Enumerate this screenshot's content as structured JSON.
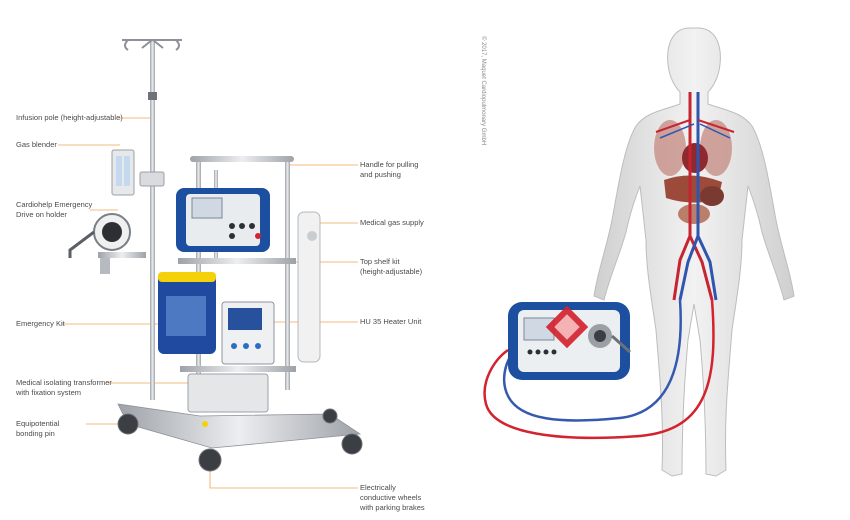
{
  "labels": {
    "infusion_pole": "Infusion pole (height-adjustable)",
    "gas_blender": "Gas blender",
    "emergency_drive": "Cardiohelp Emergency\nDrive on holder",
    "emergency_kit": "Emergency Kit",
    "isolating_transformer": "Medical isolating transformer\nwith fixation system",
    "bonding_pin": "Equipotential\nbonding pin",
    "handle": "Handle for pulling\nand pushing",
    "gas_supply": "Medical gas supply",
    "top_shelf": "Top shelf kit\n(height-adjustable)",
    "heater_unit": "HU 35 Heater Unit",
    "wheels": "Electrically\nconductive wheels\nwith parking brakes"
  },
  "copyright": "© 2017, Maquet Cardiopulmonary GmbH",
  "colors": {
    "leader": "#f2a154",
    "device_blue": "#1d4fa0",
    "cannula_red": "#d3232e",
    "cannula_blue": "#3559b0",
    "steel": "#c9ccd1",
    "body": "#dcdcdc"
  }
}
